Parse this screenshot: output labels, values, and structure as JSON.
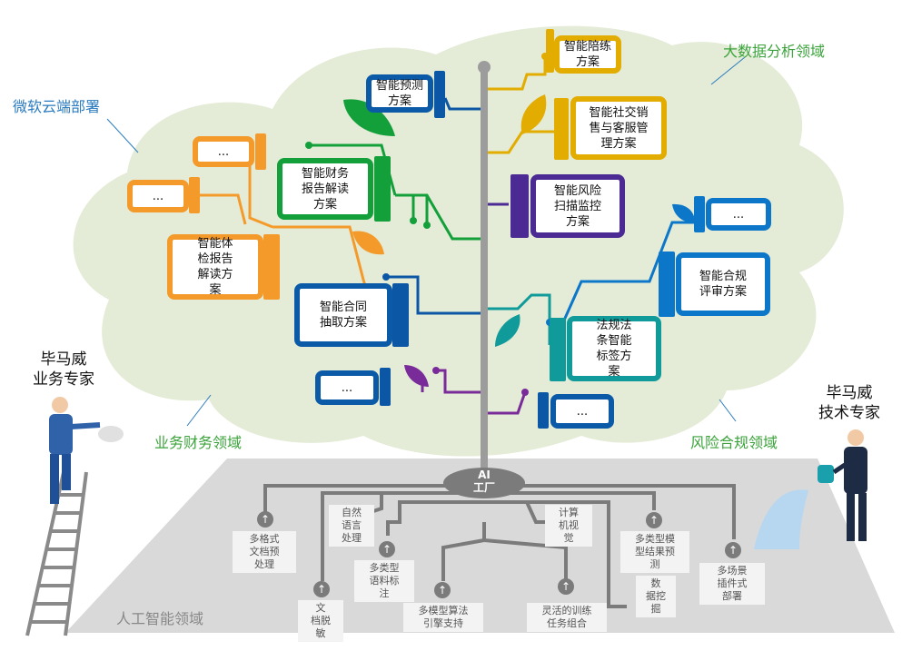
{
  "regions": {
    "cloud_top_left": "微软云端部署",
    "cloud_top_right": "大数据分析领域",
    "cloud_bottom_left": "业务财务领域",
    "cloud_bottom_right": "风险合规领域",
    "ai_domain": "人工智能领域"
  },
  "people": {
    "left": "毕马威\n业务专家",
    "right": "毕马威\n技术专家"
  },
  "ai_factory": "AI\n工厂",
  "solutions": {
    "accompany": "智能陪练\n方案",
    "predict": "智能预测\n方案",
    "social": "智能社交销\n售与客服管\n理方案",
    "finance_report": "智能财务\n报告解读\n方案",
    "risk": "智能风险\n扫描监控\n方案",
    "health": "智能体\n检报告\n解读方\n案",
    "compliance": "智能合规\n评审方案",
    "contract": "智能合同\n抽取方案",
    "law_tag": "法规法\n条智能\n标签方\n案",
    "more1": "...",
    "more2": "...",
    "more3": "...",
    "more4": "...",
    "more5": "..."
  },
  "capabilities": {
    "multi_doc": "多格式\n文档预\n处理",
    "doc_sens": "文\n档脱\n敏",
    "nlp": "自然\n语言\n处理",
    "corpus": "多类型\n语料标\n注",
    "algo": "多模型算法\n引擎支持",
    "cv": "计算\n机视\n觉",
    "train": "灵活的训练\n任务组合",
    "model_pred": "多类型模\n型结果预\n测",
    "mining": "数\n据挖\n掘",
    "plugin": "多场景\n插件式\n部署"
  },
  "colors": {
    "cloud": "#e4ecd7",
    "trunk": "#9c9c9c",
    "ground": "#dcdcdc",
    "orange": "#f39a2b",
    "gold": "#e2ac00",
    "green": "#139f3a",
    "purple": "#4b2a93",
    "darkblue": "#0b57a6",
    "teal": "#109a9a",
    "blue": "#0c77c9",
    "violet": "#7a2b9a"
  }
}
